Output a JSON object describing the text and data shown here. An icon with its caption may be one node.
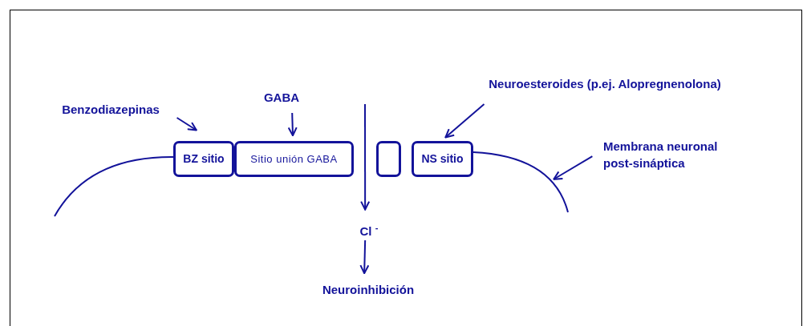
{
  "diagram": {
    "nodes": [
      {
        "text": [
          "Benzodiazepinas"
        ]
      },
      {
        "text": [
          "GABA"
        ]
      },
      {
        "text": [
          "Neuroesteroides (p.ej. Alopregnenolona)"
        ]
      },
      {
        "text": [
          "BZ sitio"
        ]
      },
      {
        "text": [
          "Sitio unión GABA"
        ]
      },
      {
        "text": [],
        "shape": "box"
      },
      {
        "text": [
          "NS sitio"
        ]
      },
      {
        "text": [
          "Membrana neuronal post-sináptica"
        ]
      },
      {
        "text": [
          "Cl $^{-}$"
        ]
      },
      {
        "text": [
          "Neuroinhibición"
        ]
      },
      {
        "text": [],
        "shape": "curve"
      },
      {
        "text": [],
        "shape": "curve"
      }
    ],
    "edges": [
      {
        "from": 0,
        "to": 3,
        "arrow": "to"
      },
      {
        "from": 1,
        "to": 4,
        "arrow": "to"
      },
      {
        "from": 2,
        "to": 6,
        "arrow": "to"
      },
      {
        "from": 7,
        "to": 11,
        "arrow": "to"
      },
      {
        "from": null,
        "to": 8,
        "arrow": "to"
      },
      {
        "from": 8,
        "to": 9,
        "arrow": "to"
      }
    ]
  }
}
